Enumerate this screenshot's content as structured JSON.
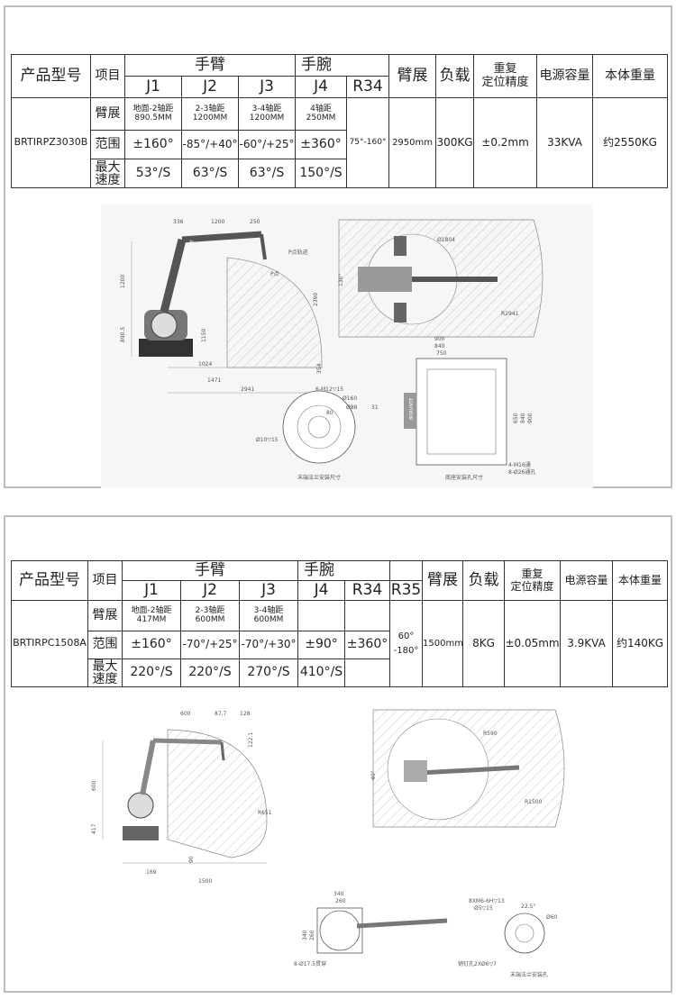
{
  "sections": [
    {
      "headers": {
        "model": "产品型号",
        "item": "项目",
        "arm": "手臂",
        "wrist": "手腕",
        "reach": "臂展",
        "payload": "负载",
        "repeat": "重复\n定位精度",
        "power": "电源容量",
        "weight": "本体重量"
      },
      "axes": [
        "J1",
        "J2",
        "J3",
        "J4",
        "R34"
      ],
      "model": "BRTIRPZ3030B",
      "rows": [
        {
          "label": "臂展",
          "cells": [
            "地面-2轴距\n890.5MM",
            "2-3轴距\n1200MM",
            "3-4轴距\n1200MM",
            "4轴距\n250MM",
            ""
          ]
        },
        {
          "label": "范围",
          "cells": [
            "±160°",
            "-85°/+40°",
            "-60°/+25°",
            "±360°",
            "75°-160°"
          ]
        },
        {
          "label": "最大\n速度",
          "cells": [
            "53°/S",
            "63°/S",
            "63°/S",
            "150°/S",
            ""
          ]
        }
      ],
      "reach": "2950mm",
      "payload": "300KG",
      "repeat": "±0.2mm",
      "power": "33KVA",
      "weight": "约2550KG",
      "drawing_labels": {
        "side_dims": [
          "336",
          "1200",
          "250",
          "1200",
          "890.5",
          "1024",
          "1471",
          "2941",
          "2390",
          "1150",
          "354"
        ],
        "p_track": "P点轨迹",
        "p_point": "P点",
        "top_dims": [
          "Ø1804",
          "130°",
          "R2941"
        ],
        "base_dims": [
          "900",
          "840",
          "750",
          "650",
          "840",
          "900",
          "4-M16通",
          "8-Ø26通孔"
        ],
        "flange_dims": [
          "6-M12▽15",
          "Ø160",
          "Ø88",
          "31",
          "Ø10▽15",
          "80"
        ],
        "flange_caption": "末端法兰安装尺寸",
        "base_caption": "底座安装孔尺寸",
        "brand": "BORUNTE"
      }
    },
    {
      "headers": {
        "model": "产品型号",
        "item": "项目",
        "arm": "手臂",
        "wrist": "手腕",
        "reach": "臂展",
        "payload": "负载",
        "repeat": "重复\n定位精度",
        "power": "电源容量",
        "weight": "本体重量"
      },
      "axes": [
        "J1",
        "J2",
        "J3",
        "J4",
        "R34",
        "R35"
      ],
      "model": "BRTIRPC1508A",
      "rows": [
        {
          "label": "臂展",
          "cells": [
            "地面-2轴距\n417MM",
            "2-3轴距\n600MM",
            "3-4轴距\n600MM",
            "",
            "",
            ""
          ]
        },
        {
          "label": "范围",
          "cells": [
            "±160°",
            "-70°/+25°",
            "-70°/+30°",
            "±90°",
            "±360°",
            "60°\n-180°"
          ]
        },
        {
          "label": "最大\n速度",
          "cells": [
            "220°/S",
            "220°/S",
            "270°/S",
            "410°/S",
            "",
            ""
          ]
        }
      ],
      "reach": "1500mm",
      "payload": "8KG",
      "repeat": "±0.05mm",
      "power": "3.9KVA",
      "weight": "约140KG",
      "drawing_labels": {
        "side_dims": [
          "600",
          "87.7",
          "128",
          "122.1",
          "600",
          "417",
          "90",
          "169",
          "1500",
          "R651"
        ],
        "top_dims": [
          "R590",
          "40°",
          "R1500"
        ],
        "base_dims": [
          "340",
          "260",
          "340",
          "260",
          "8-Ø17.5贯穿"
        ],
        "flange_dims": [
          "8XM6-6H▽13",
          "Ø5▽15",
          "22.5°",
          "Ø60",
          "销钉孔2XØ6▽7"
        ],
        "flange_caption": "末端法兰安装孔"
      }
    }
  ]
}
